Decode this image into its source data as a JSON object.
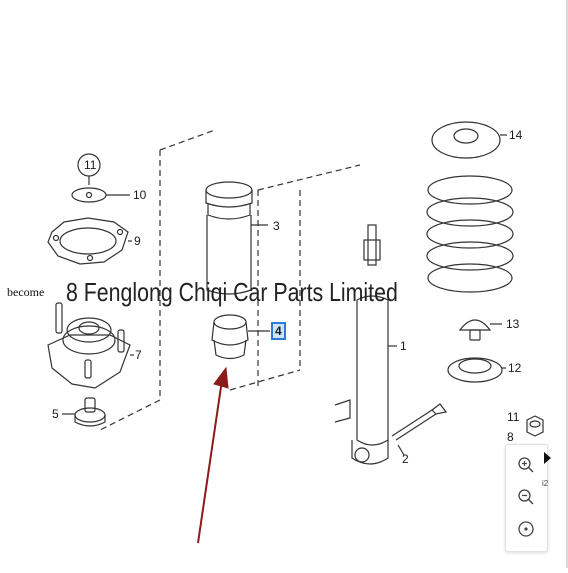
{
  "callouts": {
    "c1": "1",
    "c2": "2",
    "c3": "3",
    "c4": "4",
    "c5": "5",
    "c7": "7",
    "c9": "9",
    "c10": "10",
    "c11_circled": "11",
    "c12": "12",
    "c13": "13",
    "c14": "14",
    "side_11": "11",
    "side_8": "8"
  },
  "watermark_text": "8 Fenglong Chiqi Car Parts Limited",
  "left_word": "become",
  "zoom_side_label": "i2",
  "zoom": {
    "in_icon": "zoom-in-icon",
    "out_icon": "zoom-out-icon",
    "center_icon": "target-icon"
  },
  "colors": {
    "highlight_border": "#2b7bd6",
    "highlight_fill": "#cfe3fb",
    "arrow": "#8b1a1a",
    "line_art": "#333333"
  }
}
